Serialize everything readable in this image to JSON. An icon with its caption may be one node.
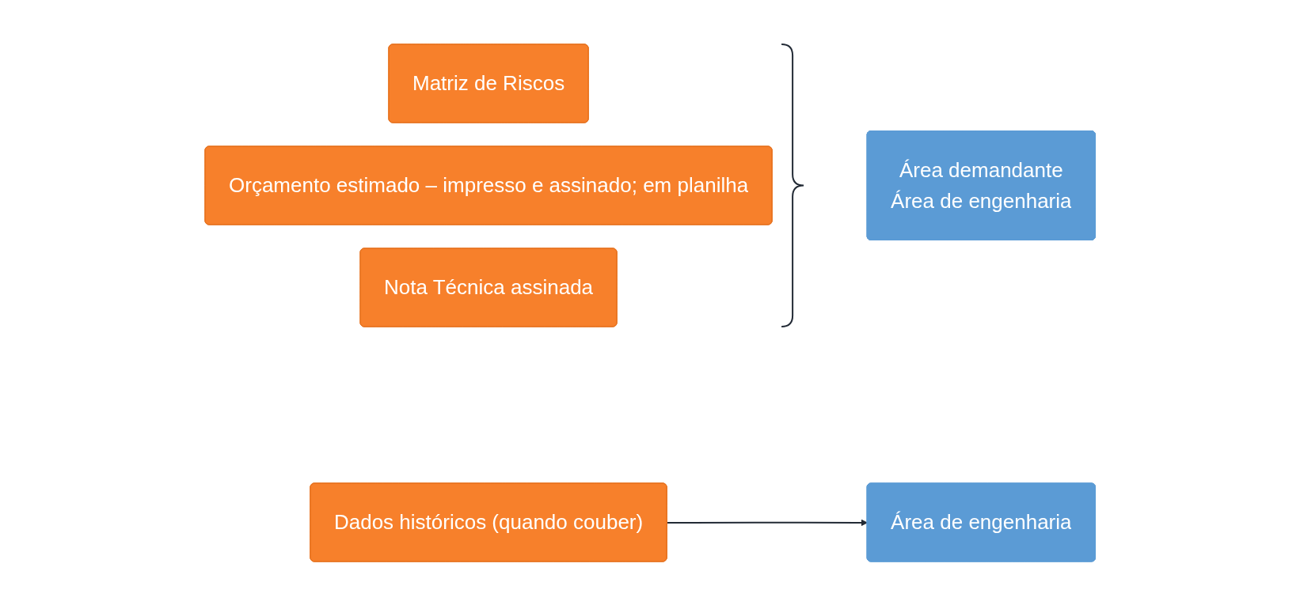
{
  "diagram": {
    "nodes": [
      {
        "text": [
          "Matriz de Riscos"
        ]
      },
      {
        "text": [
          "Orçamento estimado – impresso e assinado; em planilha"
        ]
      },
      {
        "text": [
          "Nota Técnica assinada"
        ]
      },
      {
        "text": [
          "Área demandante",
          "Área de engenharia"
        ]
      },
      {
        "text": [
          "Dados históricos (quando couber)"
        ]
      },
      {
        "text": [
          "Área de engenharia"
        ]
      }
    ],
    "edges": [
      {
        "from": 4,
        "to": 5,
        "arrow": "to"
      }
    ]
  }
}
